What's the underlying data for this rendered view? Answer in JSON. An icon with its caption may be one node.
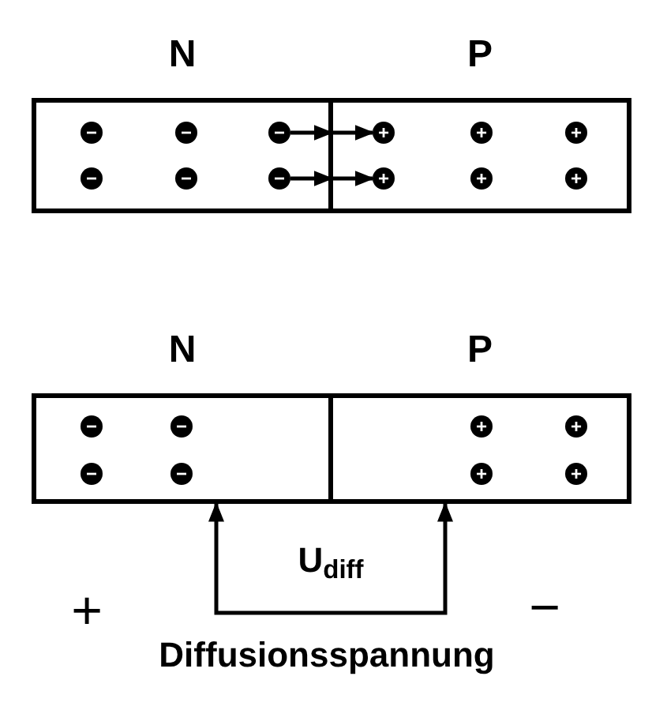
{
  "diagram": {
    "nodes": [
      {
        "text": [
          "N"
        ]
      },
      {
        "text": [
          "P"
        ]
      },
      {
        "text": [
          "−"
        ],
        "in": 0
      },
      {
        "text": [
          "−"
        ],
        "in": 0
      },
      {
        "text": [
          "−"
        ],
        "in": 0
      },
      {
        "text": [
          "−"
        ],
        "in": 0
      },
      {
        "text": [
          "−"
        ],
        "in": 0
      },
      {
        "text": [
          "−"
        ],
        "in": 0
      },
      {
        "text": [
          "+"
        ],
        "in": 1
      },
      {
        "text": [
          "+"
        ],
        "in": 1
      },
      {
        "text": [
          "+"
        ],
        "in": 1
      },
      {
        "text": [
          "+"
        ],
        "in": 1
      },
      {
        "text": [
          "+"
        ],
        "in": 1
      },
      {
        "text": [
          "+"
        ],
        "in": 1
      },
      {
        "text": [
          "N"
        ]
      },
      {
        "text": [
          "P"
        ]
      },
      {
        "text": [
          "−"
        ],
        "in": 14
      },
      {
        "text": [
          "−"
        ],
        "in": 14
      },
      {
        "text": [
          "−"
        ],
        "in": 14
      },
      {
        "text": [
          "−"
        ],
        "in": 14
      },
      {
        "text": [
          "+"
        ],
        "in": 15
      },
      {
        "text": [
          "+"
        ],
        "in": 15
      },
      {
        "text": [
          "+"
        ],
        "in": 15
      },
      {
        "text": [
          "+"
        ],
        "in": 15
      }
    ],
    "edges": [
      {
        "from": 4,
        "to": 8,
        "arrow": "to"
      },
      {
        "from": 7,
        "to": 11,
        "arrow": "to"
      },
      {
        "from": 14,
        "to": 15,
        "arrow": "both",
        "label": "U$_{diff}$"
      }
    ],
    "labels": [
      "+",
      "−",
      "Diffusionsspannung"
    ]
  }
}
